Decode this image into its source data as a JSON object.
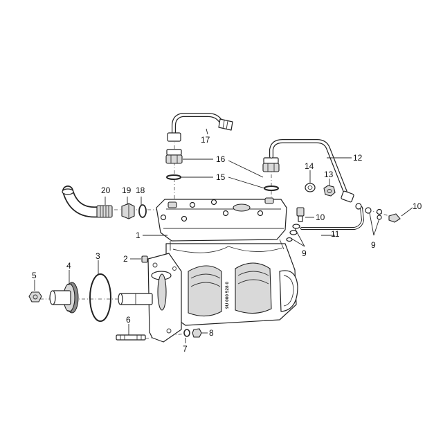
{
  "diagram": {
    "callouts": [
      "1",
      "2",
      "3",
      "4",
      "5",
      "6",
      "7",
      "8",
      "9",
      "10",
      "11",
      "12",
      "13",
      "14",
      "15",
      "16",
      "17",
      "18",
      "19",
      "20"
    ],
    "extra_callouts": {
      "nine_lower": "9",
      "ten_lower": "10"
    },
    "stamp_text": "9U 000 528 0"
  }
}
